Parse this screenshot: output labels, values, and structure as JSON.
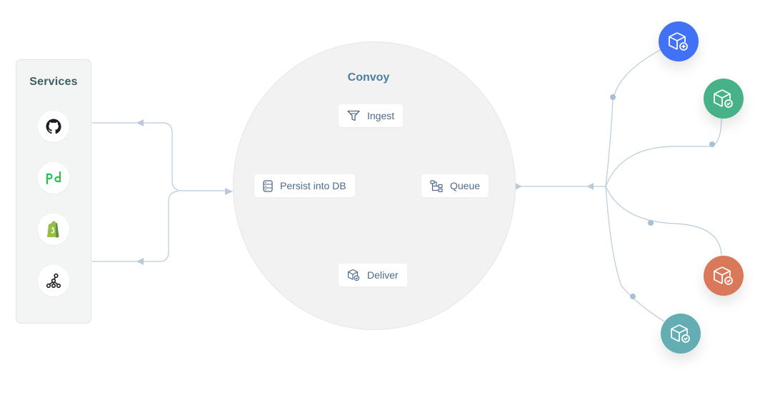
{
  "services": {
    "title": "Services",
    "icons": [
      {
        "name": "github-icon",
        "color": "#1b1f23"
      },
      {
        "name": "pagerduty-icon",
        "color": "#25c151"
      },
      {
        "name": "shopify-icon",
        "color": "#5e8e3e"
      },
      {
        "name": "segment-nodes-icon",
        "color": "#1b1f23"
      }
    ]
  },
  "convoy": {
    "title": "Convoy",
    "nodes": {
      "ingest": {
        "label": "Ingest",
        "icon": "funnel-icon"
      },
      "persist": {
        "label": "Persist into DB",
        "icon": "database-icon"
      },
      "queue": {
        "label": "Queue",
        "icon": "hierarchy-icon"
      },
      "deliver": {
        "label": "Deliver",
        "icon": "package-icon"
      }
    }
  },
  "endpoints": [
    {
      "name": "endpoint-blue",
      "color": "#4171f5",
      "icon": "package-plus-icon"
    },
    {
      "name": "endpoint-green",
      "color": "#47b287",
      "icon": "package-check-icon"
    },
    {
      "name": "endpoint-orange",
      "color": "#d9795a",
      "icon": "package-check-icon"
    },
    {
      "name": "endpoint-teal",
      "color": "#64adb2",
      "icon": "package-check-icon"
    }
  ],
  "colors": {
    "line": "#b9cbdb",
    "dashed": "#a8c0d6",
    "node_text": "#4c6b8c",
    "convoy_title": "#4c7ea3",
    "services_title": "#3e5e62"
  }
}
